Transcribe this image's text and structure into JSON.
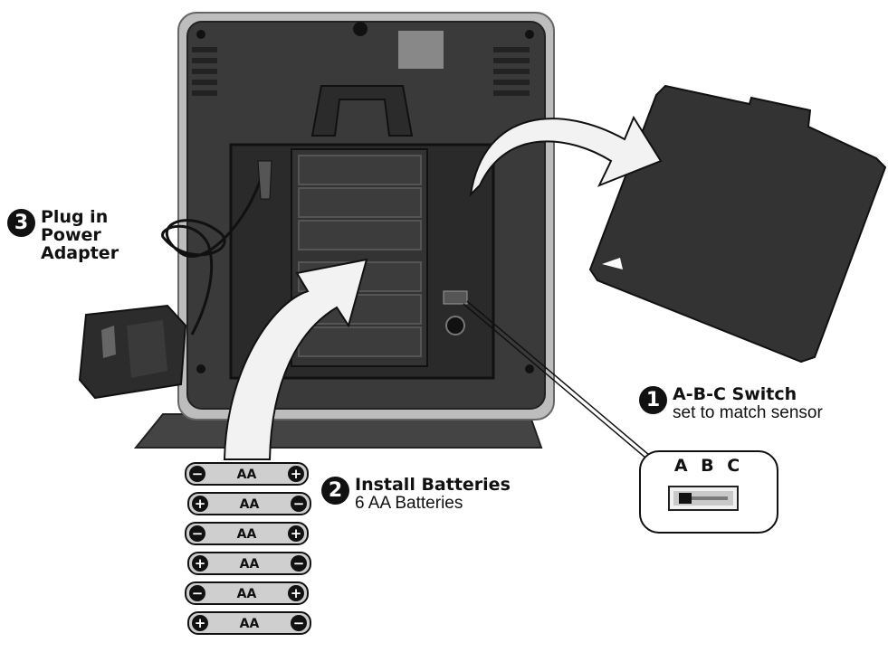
{
  "steps": [
    {
      "number": "1",
      "title": "A-B-C Switch",
      "subtitle": "set to match sensor"
    },
    {
      "number": "2",
      "title": "Install Batteries",
      "subtitle": "6 AA Batteries"
    },
    {
      "number": "3",
      "title_lines": [
        "Plug in",
        "Power",
        "Adapter"
      ]
    }
  ],
  "switch": {
    "letters": "A B C",
    "position": "A"
  },
  "batteries": [
    {
      "label": "AA",
      "left_terminal": "−",
      "right_terminal": "+"
    },
    {
      "label": "AA",
      "left_terminal": "+",
      "right_terminal": "−"
    },
    {
      "label": "AA",
      "left_terminal": "−",
      "right_terminal": "+"
    },
    {
      "label": "AA",
      "left_terminal": "+",
      "right_terminal": "−"
    },
    {
      "label": "AA",
      "left_terminal": "−",
      "right_terminal": "+"
    },
    {
      "label": "AA",
      "left_terminal": "+",
      "right_terminal": "−"
    }
  ],
  "colors": {
    "unit_body": "#3a3a3a",
    "unit_frame": "#bdbdbd",
    "arrow_fill": "#f2f2f2",
    "ink": "#111111"
  }
}
